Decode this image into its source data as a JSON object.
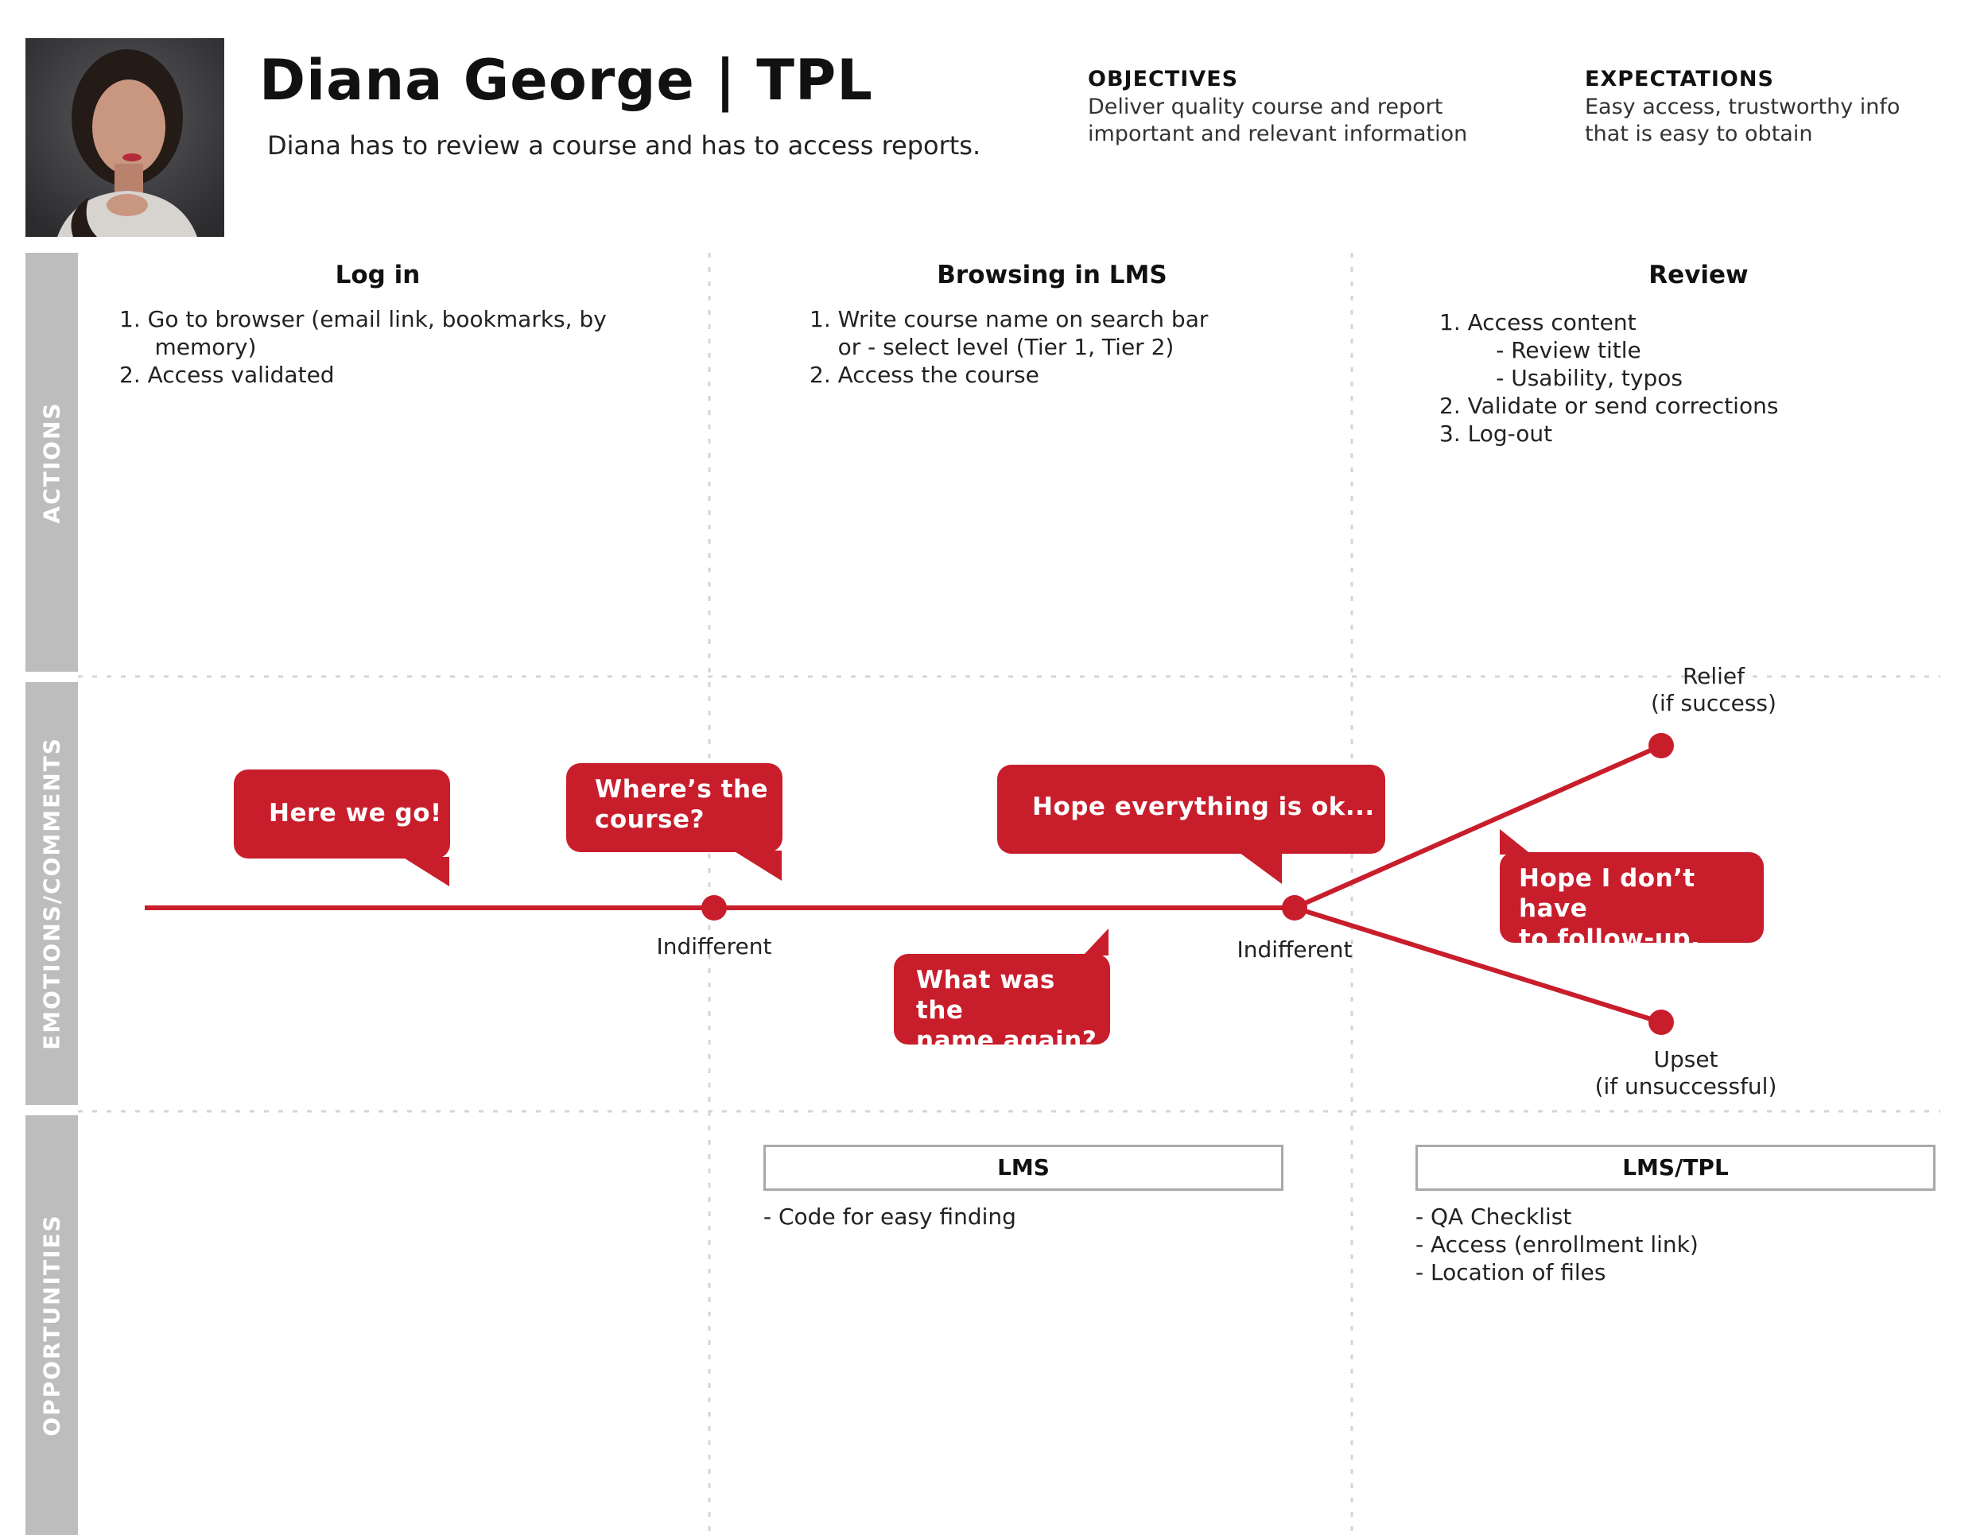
{
  "persona": {
    "photo_alt": "persona-photo",
    "title": "Diana George | TPL",
    "subtitle": "Diana has to review a course and has to access reports."
  },
  "objectives": {
    "label": "OBJECTIVES",
    "lines": [
      "Deliver quality course and report",
      "important and relevant information"
    ]
  },
  "expectations": {
    "label": "EXPECTATIONS",
    "lines": [
      "Easy access, trustworthy info",
      "that is easy to obtain"
    ]
  },
  "rows": [
    "ACTIONS",
    "EMOTIONS/COMMENTS",
    "OPPORTUNITIES"
  ],
  "stages": [
    {
      "title": "Log in",
      "actions": [
        "1. Go to browser (email link, bookmarks, by",
        "     memory)",
        "2. Access validated"
      ]
    },
    {
      "title": "Browsing in LMS",
      "actions": [
        "1. Write course name on search bar",
        "    or - select level (Tier 1, Tier 2)",
        "2. Access the course"
      ]
    },
    {
      "title": "Review",
      "actions": [
        "1. Access content",
        "        - Review title",
        "        - Usability, typos",
        "2. Validate or send corrections",
        "3. Log-out"
      ]
    }
  ],
  "emotions": {
    "points": [
      "Indifferent",
      "Indifferent"
    ],
    "relief": [
      "Relief",
      "(if success)"
    ],
    "upset": [
      "Upset",
      "(if unsuccessful)"
    ]
  },
  "comments": [
    [
      "Here we go!"
    ],
    [
      "Where’s the",
      "course?"
    ],
    [
      "Hope everything is ok..."
    ],
    [
      "What was the",
      "name again?"
    ],
    [
      "Hope I don’t have",
      "to follow-up."
    ]
  ],
  "opportunities": [
    {
      "label": "LMS",
      "items": [
        "- Code for easy finding"
      ]
    },
    {
      "label": "LMS/TPL",
      "items": [
        "- QA Checklist",
        "- Access (enrollment link)",
        "- Location of files"
      ]
    }
  ],
  "colors": {
    "accent": "#c81e2c",
    "band": "#bdbdbd",
    "divider": "#d5d5d5"
  }
}
